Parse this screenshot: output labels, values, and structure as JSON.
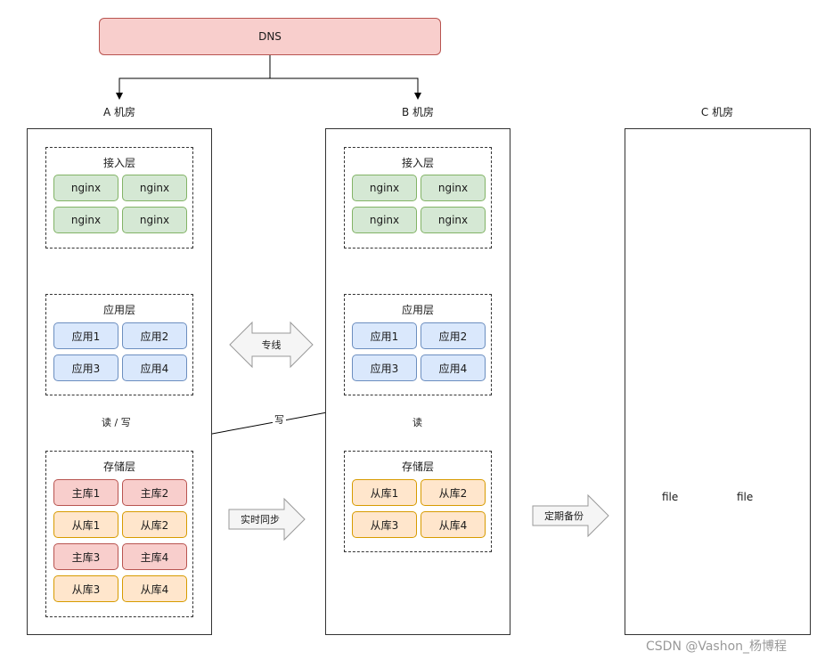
{
  "dns": {
    "label": "DNS"
  },
  "rooms": {
    "a": {
      "label": "A 机房",
      "access_layer": {
        "title": "接入层",
        "nodes": [
          "nginx",
          "nginx",
          "nginx",
          "nginx"
        ]
      },
      "app_layer": {
        "title": "应用层",
        "nodes": [
          "应用1",
          "应用2",
          "应用3",
          "应用4"
        ]
      },
      "storage_layer": {
        "title": "存储层",
        "nodes": [
          "主库1",
          "主库2",
          "从库1",
          "从库2",
          "主库3",
          "主库4",
          "从库3",
          "从库4"
        ]
      }
    },
    "b": {
      "label": "B 机房",
      "access_layer": {
        "title": "接入层",
        "nodes": [
          "nginx",
          "nginx",
          "nginx",
          "nginx"
        ]
      },
      "app_layer": {
        "title": "应用层",
        "nodes": [
          "应用1",
          "应用2",
          "应用3",
          "应用4"
        ]
      },
      "storage_layer": {
        "title": "存储层",
        "nodes": [
          "从库1",
          "从库2",
          "从库3",
          "从库4"
        ]
      }
    },
    "c": {
      "label": "C 机房",
      "files": [
        "file",
        "file"
      ]
    }
  },
  "edges": {
    "a_read_write": "读 / 写",
    "b_write": "写",
    "b_read": "读"
  },
  "links": {
    "dedicated_line": "专线",
    "realtime_sync": "实时同步",
    "scheduled_backup": "定期备份"
  },
  "watermark": "CSDN @Vashon_杨博程"
}
